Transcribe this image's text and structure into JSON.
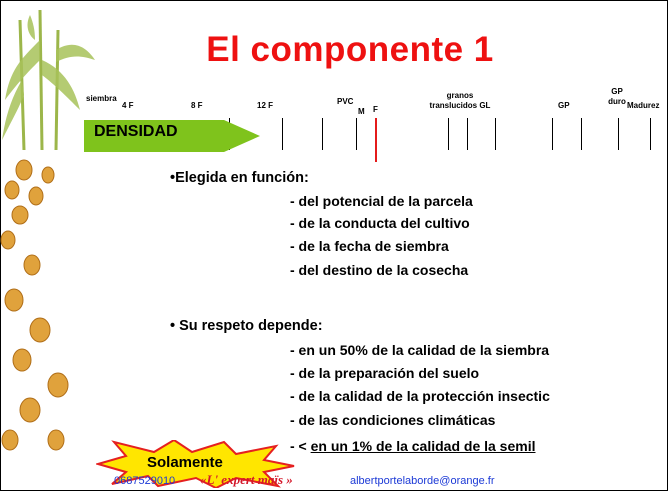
{
  "title": "El componente 1",
  "stages": [
    {
      "label": "siembra"
    },
    {
      "label": "4 F"
    },
    {
      "label": "8 F"
    },
    {
      "label": "12 F"
    },
    {
      "label": "PVC"
    },
    {
      "label": "M"
    },
    {
      "label": "F"
    },
    {
      "label": "granos translucidos GL"
    },
    {
      "label": "GP"
    },
    {
      "label": "GP duro"
    },
    {
      "label": "Madurez"
    }
  ],
  "phase_label": "DENSIDAD",
  "section1": {
    "heading": "•Elegida en función:",
    "items": [
      "- del potencial de la parcela",
      "- de la conducta del cultivo",
      "- de la fecha de siembra",
      "- del destino de la cosecha"
    ]
  },
  "section2": {
    "heading": "• Su respeto depende:",
    "items": [
      "- en un 50% de la calidad de la siembra",
      "- de la preparación del suelo",
      "- de la calidad de la protección insectic",
      "- de las condiciones climáticas"
    ],
    "last_item_prefix": "- <",
    "last_item_underlined": "en un 1% de la calidad de la semil"
  },
  "badge": "Solamente",
  "footer": {
    "phone": "0687529010",
    "brand": "«L' expert maïs »",
    "email": "albertportelaborde@orange.fr"
  },
  "colors": {
    "title": "#ee1111",
    "arrow": "#7fc31c",
    "burst_fill": "#ffe600",
    "burst_stroke": "#e52020",
    "footer_link": "#1b39d6"
  }
}
